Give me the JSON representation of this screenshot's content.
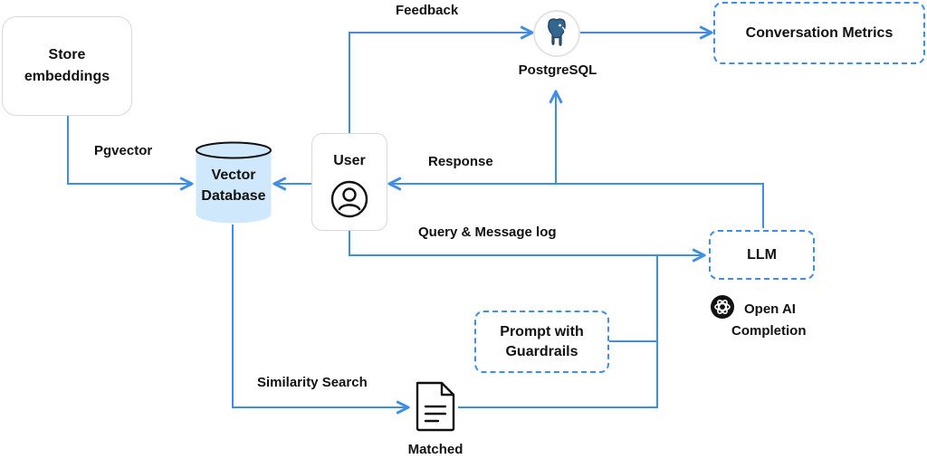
{
  "colors": {
    "line": "#3f8ee6",
    "database_fill": "#cfe8fb",
    "box_border": "#d9d9d9",
    "text": "#111111"
  },
  "nodes": {
    "store_embeddings": "Store\nembeddings",
    "vector_database": "Vector\nDatabase",
    "user": "User",
    "postgresql": "PostgreSQL",
    "conversation_metrics": "Conversation Metrics",
    "llm": "LLM",
    "open_ai": "Open AI\nCompletion",
    "prompt": "Prompt with\nGuardrails",
    "matched": "Matched"
  },
  "edges": {
    "pgvector": "Pgvector",
    "feedback": "Feedback",
    "response": "Response",
    "query_log": "Query & Message log",
    "similarity_search": "Similarity Search"
  },
  "icons": {
    "database": "database-cylinder-icon",
    "user": "user-avatar-icon",
    "postgres": "postgresql-elephant-icon",
    "openai": "openai-logo-icon",
    "document": "document-icon"
  }
}
